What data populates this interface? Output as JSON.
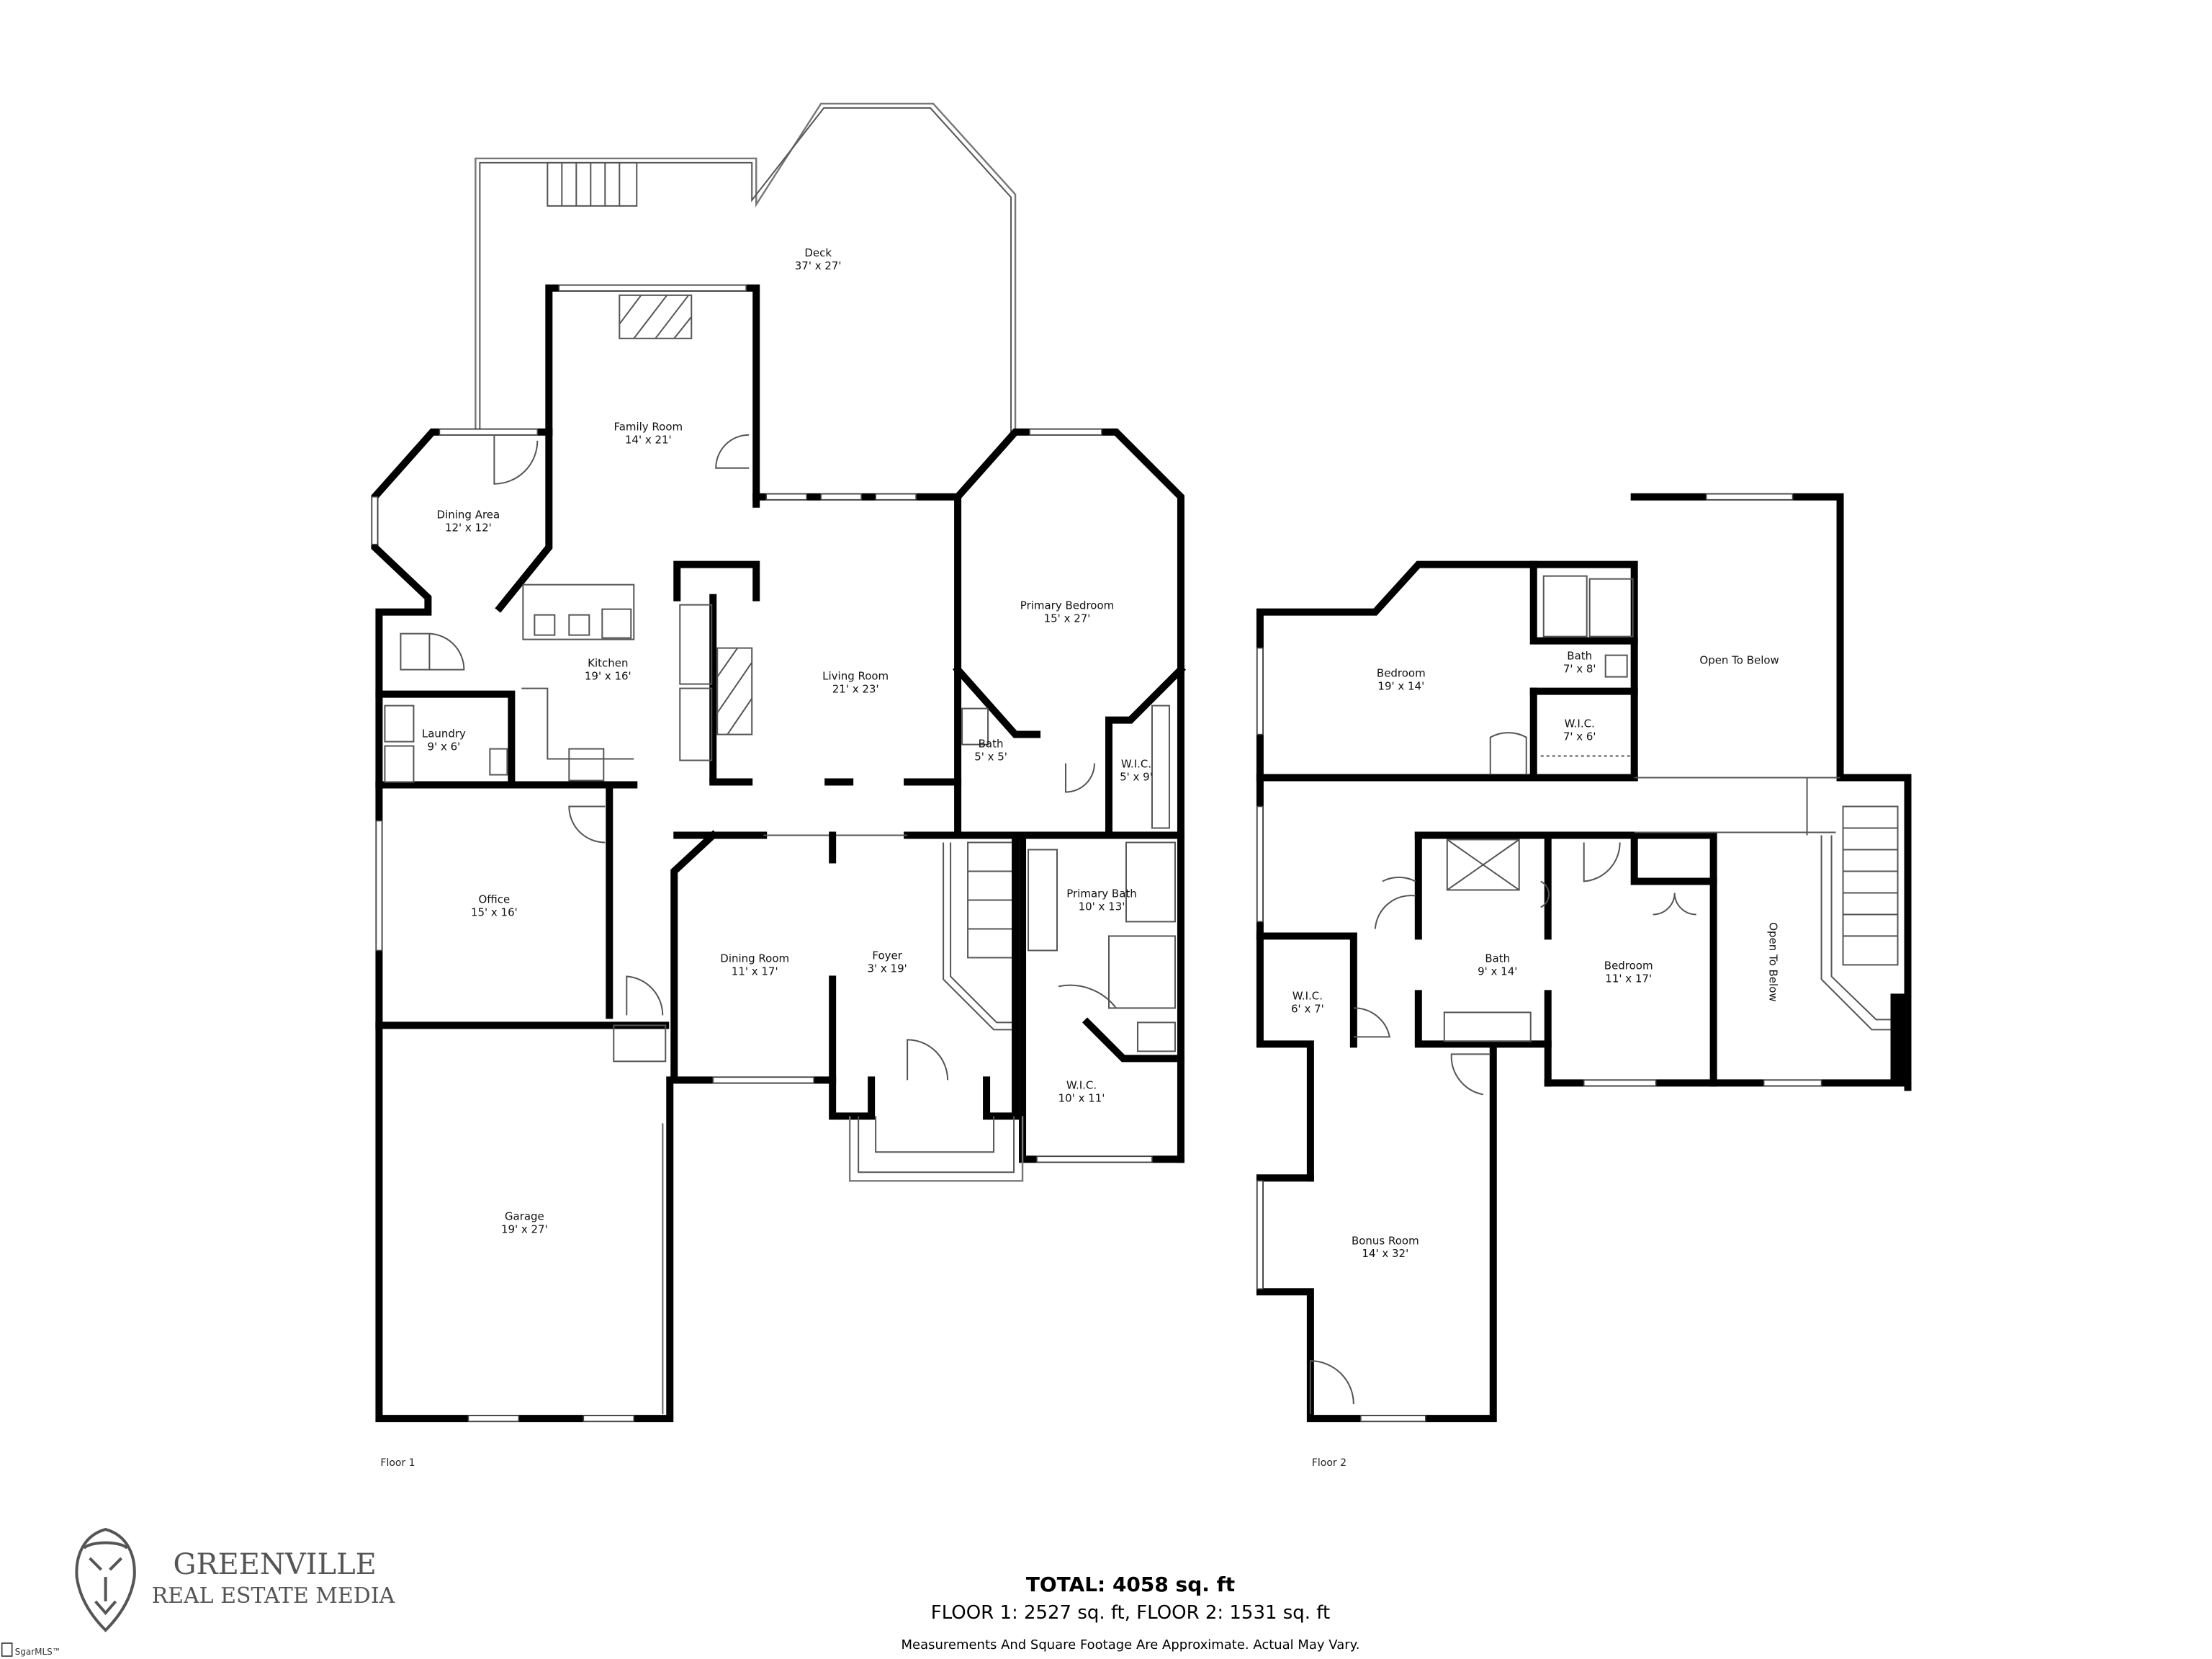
{
  "floors": [
    {
      "label": "Floor 1",
      "rooms": [
        {
          "name": "Deck",
          "size": "37' x 27'"
        },
        {
          "name": "Family Room",
          "size": "14' x 21'"
        },
        {
          "name": "Dining Area",
          "size": "12' x 12'"
        },
        {
          "name": "Kitchen",
          "size": "19' x 16'"
        },
        {
          "name": "Living Room",
          "size": "21' x 23'"
        },
        {
          "name": "Primary Bedroom",
          "size": "15' x 27'"
        },
        {
          "name": "Laundry",
          "size": "9' x 6'"
        },
        {
          "name": "Bath",
          "size": "5' x 5'"
        },
        {
          "name": "W.I.C.",
          "size": "5' x 9'"
        },
        {
          "name": "Office",
          "size": "15' x 16'"
        },
        {
          "name": "Primary Bath",
          "size": "10' x 13'"
        },
        {
          "name": "Dining Room",
          "size": "11' x 17'"
        },
        {
          "name": "Foyer",
          "size": "3' x 19'"
        },
        {
          "name": "W.I.C.",
          "size": "10' x 11'"
        },
        {
          "name": "Garage",
          "size": "19' x 27'"
        }
      ]
    },
    {
      "label": "Floor 2",
      "rooms": [
        {
          "name": "Bedroom",
          "size": "19' x 14'"
        },
        {
          "name": "Bath",
          "size": "7' x 8'"
        },
        {
          "name": "W.I.C.",
          "size": "7' x 6'"
        },
        {
          "name": "Open To Below",
          "size": ""
        },
        {
          "name": "Bath",
          "size": "9' x 14'"
        },
        {
          "name": "Bedroom",
          "size": "11' x 17'"
        },
        {
          "name": "Open To Below",
          "size": ""
        },
        {
          "name": "W.I.C.",
          "size": "6' x 7'"
        },
        {
          "name": "Bonus Room",
          "size": "14' x 32'"
        }
      ]
    }
  ],
  "summary": {
    "total": "TOTAL: 4058 sq. ft",
    "breakdown": "FLOOR 1: 2527 sq. ft, FLOOR 2: 1531 sq. ft",
    "disclaimer": "Measurements And Square Footage Are Approximate. Actual May Vary."
  },
  "logo": {
    "line1": "GREENVILLE",
    "line2": "REAL ESTATE MEDIA",
    "icon": "lion-head-icon"
  },
  "watermark": {
    "text": "SgarMLS™",
    "icon": "mls-logo-icon"
  },
  "colors": {
    "wall": "#000000",
    "background": "#ffffff",
    "logo": "#555555"
  }
}
